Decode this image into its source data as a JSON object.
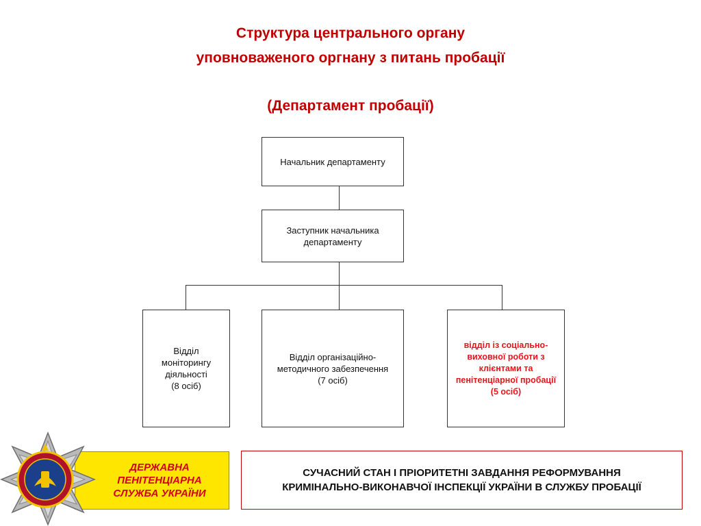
{
  "title": {
    "line1": "Структура центрального органу",
    "line2": "уповноваженого оргнану з питань пробації",
    "line3": "(Департамент пробації)"
  },
  "org": {
    "head": "Начальник департаменту",
    "deputy": "Заступник начальника департаменту",
    "units": [
      {
        "label": "Відділ\nмоніторингу\nдіяльності\n(8 осіб)"
      },
      {
        "label": "Відділ організаційно-\nметодичного забезпечення\n(7 осіб)"
      },
      {
        "label": "відділ із соціально-\nвиховної роботи з\nклієнтами  та\nпенітенціарної пробації\n(5 осіб)"
      }
    ]
  },
  "footer": {
    "agency": "ДЕРЖАВНА\nПЕНІТЕНЦІАРНА\nСЛУЖБА УКРАЇНИ",
    "caption": "СУЧАСНИЙ СТАН І ПРІОРИТЕТНІ ЗАВДАННЯ РЕФОРМУВАННЯ\nКРИМІНАЛЬНО-ВИКОНАВЧОЇ ІНСПЕКЦІЇ УКРАЇНИ В СЛУЖБУ ПРОБАЦІЇ"
  },
  "colors": {
    "title": "#c00000",
    "highlight_unit": "#e8141b",
    "agency_bg": "#ffe600",
    "agency_text": "#d4001a"
  },
  "icons": {
    "emblem": "penitentiary-service-star-emblem-icon"
  }
}
